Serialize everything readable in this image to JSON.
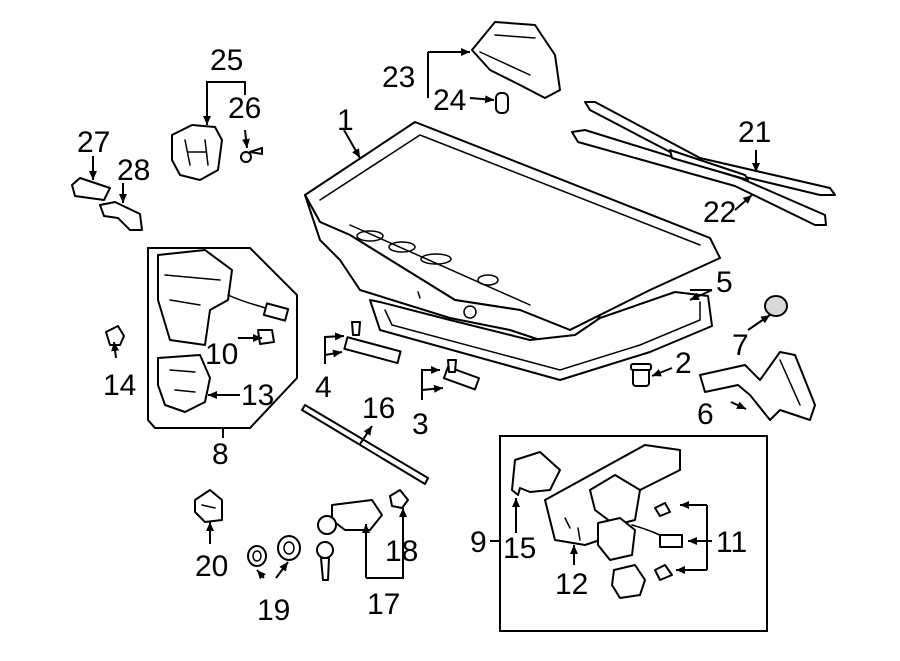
{
  "diagram": {
    "callouts": {
      "c1": "1",
      "c2": "2",
      "c3": "3",
      "c4": "4",
      "c5": "5",
      "c6": "6",
      "c7": "7",
      "c8": "8",
      "c9": "9",
      "c10": "10",
      "c11": "11",
      "c12": "12",
      "c13": "13",
      "c14": "14",
      "c15": "15",
      "c16": "16",
      "c17": "17",
      "c18": "18",
      "c19": "19",
      "c20": "20",
      "c21": "21",
      "c22": "22",
      "c23": "23",
      "c24": "24",
      "c25": "25",
      "c26": "26",
      "c27": "27",
      "c28": "28"
    },
    "line_color": "#000000",
    "background": "#ffffff"
  }
}
